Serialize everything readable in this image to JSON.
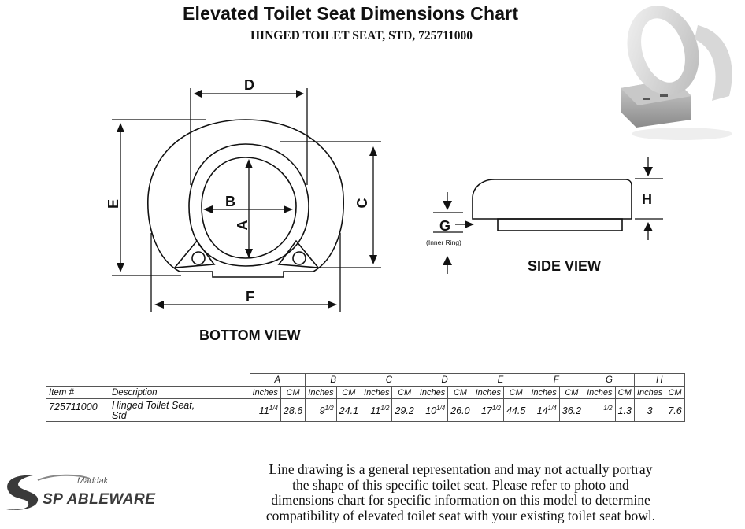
{
  "header": {
    "title": "Elevated Toilet Seat Dimensions Chart",
    "subtitle": "HINGED TOILET SEAT, STD, 725711000"
  },
  "bottom_view": {
    "label": "BOTTOM VIEW",
    "dim_d": "D",
    "dim_e": "E",
    "dim_c": "C",
    "dim_b": "B",
    "dim_a": "A",
    "dim_f": "F"
  },
  "side_view": {
    "label": "SIDE VIEW",
    "dim_g": "G",
    "dim_g_note": "(Inner Ring)",
    "dim_h": "H"
  },
  "table": {
    "groups": [
      "A",
      "B",
      "C",
      "D",
      "E",
      "F",
      "G",
      "H"
    ],
    "col_item": "Item #",
    "col_description": "Description",
    "unit_inches": "Inches",
    "unit_cm": "CM",
    "row": {
      "item": "725711000",
      "description_line1": "Hinged Toilet Seat,",
      "description_line2": "Std",
      "a_in_whole": "11",
      "a_in_frac": "1/4",
      "a_cm": "28.6",
      "b_in_whole": "9",
      "b_in_frac": "1/2",
      "b_cm": "24.1",
      "c_in_whole": "11",
      "c_in_frac": "1/2",
      "c_cm": "29.2",
      "d_in_whole": "10",
      "d_in_frac": "1/4",
      "d_cm": "26.0",
      "e_in_whole": "17",
      "e_in_frac": "1/2",
      "e_cm": "44.5",
      "f_in_whole": "14",
      "f_in_frac": "1/4",
      "f_cm": "36.2",
      "g_in_frac": "1/2",
      "g_cm": "1.3",
      "h_in": "3",
      "h_cm": "7.6"
    }
  },
  "disclaimer": {
    "line1": "Line drawing is a general representation and may not actually portray",
    "line2": "the shape of this specific toilet seat. Please refer to photo and",
    "line3": "dimensions chart for specific information on this model to determine",
    "line4": "compatibility of elevated toilet seat with your existing toilet seat bowl."
  },
  "logo": {
    "small": "Maddak",
    "brand": "SP ABLEWARE",
    "color": "#3a3a3a"
  }
}
